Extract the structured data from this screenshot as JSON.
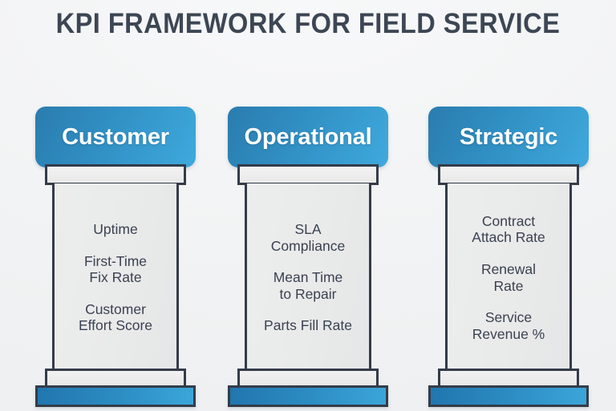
{
  "page": {
    "title": "KPI FRAMEWORK FOR FIELD SERVICE",
    "background_color": "#f4f5f6",
    "title_color": "#3d4653",
    "accent_blue_dark": "#2176ae",
    "accent_blue_light": "#3ba6d9",
    "outline_color": "#343c49",
    "stone_color": "#eaebec",
    "text_color": "#3a4150"
  },
  "columns": [
    {
      "header": "Customer",
      "metrics": [
        "Uptime",
        "First-Time\nFix Rate",
        "Customer\nEffort Score"
      ]
    },
    {
      "header": "Operational",
      "metrics": [
        "SLA\nCompliance",
        "Mean Time\nto Repair",
        "Parts Fill Rate"
      ]
    },
    {
      "header": "Strategic",
      "metrics": [
        "Contract\nAttach Rate",
        "Renewal\nRate",
        "Service\nRevenue %"
      ]
    }
  ]
}
